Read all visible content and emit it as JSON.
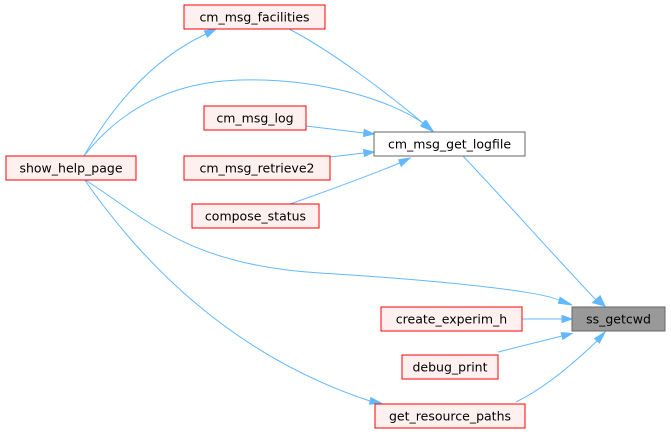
{
  "nodes": {
    "ss_getcwd": "ss_getcwd",
    "cm_msg_get_logfile": "cm_msg_get_logfile",
    "cm_msg_facilities": "cm_msg_facilities",
    "show_help_page": "show_help_page",
    "cm_msg_log": "cm_msg_log",
    "cm_msg_retrieve2": "cm_msg_retrieve2",
    "compose_status": "compose_status",
    "create_experim_h": "create_experim_h",
    "debug_print": "debug_print",
    "get_resource_paths": "get_resource_paths"
  },
  "edges": [
    {
      "from": "cm_msg_get_logfile",
      "to": "ss_getcwd"
    },
    {
      "from": "show_help_page",
      "to": "ss_getcwd"
    },
    {
      "from": "create_experim_h",
      "to": "ss_getcwd"
    },
    {
      "from": "debug_print",
      "to": "ss_getcwd"
    },
    {
      "from": "get_resource_paths",
      "to": "ss_getcwd"
    },
    {
      "from": "cm_msg_facilities",
      "to": "cm_msg_get_logfile"
    },
    {
      "from": "show_help_page",
      "to": "cm_msg_get_logfile"
    },
    {
      "from": "cm_msg_log",
      "to": "cm_msg_get_logfile"
    },
    {
      "from": "cm_msg_retrieve2",
      "to": "cm_msg_get_logfile"
    },
    {
      "from": "compose_status",
      "to": "cm_msg_get_logfile"
    },
    {
      "from": "show_help_page",
      "to": "cm_msg_facilities"
    },
    {
      "from": "show_help_page",
      "to": "get_resource_paths"
    }
  ],
  "colors": {
    "edge": "#63b8ff",
    "node_border": "#ff0000",
    "node_fill": "#fff0f0",
    "context_border": "#666666",
    "target_fill": "#999999"
  }
}
